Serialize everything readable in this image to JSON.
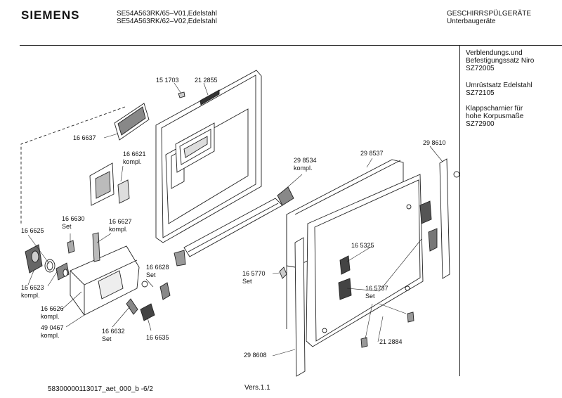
{
  "header": {
    "brand": "SIEMENS",
    "model_lines": [
      "SE54A563RK/65–V01,Edelstahl",
      "SE54A563RK/62–V02,Edelstahl"
    ],
    "category_lines": [
      "GESCHIRRSPÜLGERÄTE",
      "Unterbaugeräte"
    ]
  },
  "sidebar": {
    "groups": [
      {
        "lines": [
          "Verblendungs.und",
          "Befestigungssatz Niro",
          "SZ72005"
        ]
      },
      {
        "lines": [
          "Umrüstsatz Edelstahl",
          "SZ72105"
        ]
      },
      {
        "lines": [
          "Klappscharnier für",
          "hohe Korpusmaße",
          "SZ72900"
        ]
      }
    ]
  },
  "parts": [
    {
      "id": "p151703",
      "lines": [
        "15 1703"
      ]
    },
    {
      "id": "p212855",
      "lines": [
        "21 2855"
      ]
    },
    {
      "id": "p166637",
      "lines": [
        "16 6637"
      ]
    },
    {
      "id": "p166621",
      "lines": [
        "16 6621",
        "kompl."
      ]
    },
    {
      "id": "p166630",
      "lines": [
        "16 6630",
        "Set"
      ]
    },
    {
      "id": "p166627",
      "lines": [
        "16 6627",
        "kompl."
      ]
    },
    {
      "id": "p166625",
      "lines": [
        "16 6625"
      ]
    },
    {
      "id": "p166623",
      "lines": [
        "16 6623",
        "kompl."
      ]
    },
    {
      "id": "p166626",
      "lines": [
        "16 6626",
        "kompl."
      ]
    },
    {
      "id": "p490467",
      "lines": [
        "49 0467",
        "kompl."
      ]
    },
    {
      "id": "p166628",
      "lines": [
        "16 6628",
        "Set"
      ]
    },
    {
      "id": "p166632",
      "lines": [
        "16 6632",
        "Set"
      ]
    },
    {
      "id": "p166635",
      "lines": [
        "16 6635"
      ]
    },
    {
      "id": "p298534",
      "lines": [
        "29 8534",
        "kompl."
      ]
    },
    {
      "id": "p298537",
      "lines": [
        "29 8537"
      ]
    },
    {
      "id": "p298610",
      "lines": [
        "29 8610"
      ]
    },
    {
      "id": "p165325",
      "lines": [
        "16 5325"
      ]
    },
    {
      "id": "p165770",
      "lines": [
        "16 5770",
        "Set"
      ]
    },
    {
      "id": "p165737",
      "lines": [
        "16 5737",
        "Set"
      ]
    },
    {
      "id": "p212884",
      "lines": [
        "21 2884"
      ]
    },
    {
      "id": "p298608",
      "lines": [
        "29 8608"
      ]
    }
  ],
  "footer": {
    "doc_id": "58300000113017_aet_000_b  -6/2",
    "version": "Vers.1.1"
  }
}
